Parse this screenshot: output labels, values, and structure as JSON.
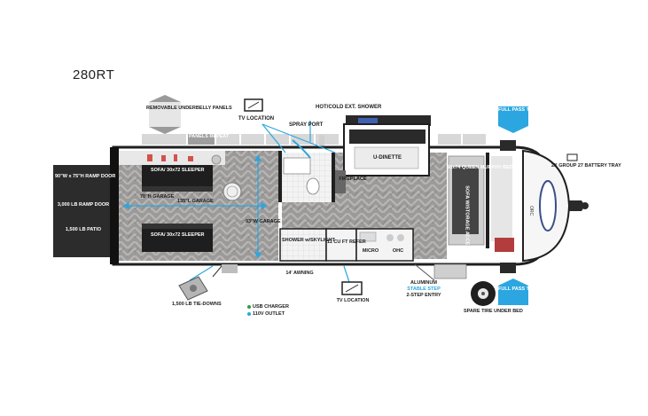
{
  "model": "280RT",
  "labels": {
    "removable_panels": "REMOVABLE UNDERBELLY PANELS",
    "panels_repeat": "PANELS REPEAT",
    "tv_location_top": "TV LOCATION",
    "spray_port": "SPRAY PORT",
    "hot_cold_shower": "HOT/COLD EXT. SHOWER",
    "full_pass_top": "FULL PASS THRU STORAGE",
    "battery_tray": "2X GROUP 27 BATTERY TRAY",
    "ramp_door_size": "90\"W x 75\"H RAMP DOOR",
    "ramp_door_weight": "3,000 LB RAMP DOOR",
    "patio": "1,500 LB PATIO",
    "sofa_top": "SOFA/ 30x72 SLEEPER",
    "sofa_bottom": "SOFA/ 30x72 SLEEPER",
    "garage_height": "78\"H GARAGE",
    "garage_length": "135\"L GARAGE",
    "garage_width": "93\"W GARAGE",
    "fireplace": "FIREPLACE",
    "u_dinette": "U-DINETTE",
    "murphy_bed": "60x74 QUEEN MURPHY BED",
    "sofa_storage": "SOFA W/STORAGE ACCESS",
    "shower_skylight": "SHOWER w/SKYLIGHT",
    "refer": "11 CU FT REFER",
    "micro": "MICRO",
    "ohc": "OHC",
    "awning": "14' AWNING",
    "tv_location_bottom": "TV LOCATION",
    "aluminum_step": "ALUMINUM",
    "stable_step": "STABLE STEP",
    "entry": "2-STEP ENTRY",
    "spare_tire": "SPARE TIRE UNDER BED",
    "full_pass_bottom": "FULL PASS THRU STORAGE",
    "tie_downs": "1,500 LB TIE-DOWNS",
    "usb_charger": "USB CHARGER",
    "outlet": "110V OUTLET"
  },
  "colors": {
    "accent_blue": "#2ba6e0",
    "floor": "#9a9896",
    "wall": "#1f1f1f",
    "garage_panel": "#222222",
    "usb_green": "#2e9e48"
  }
}
